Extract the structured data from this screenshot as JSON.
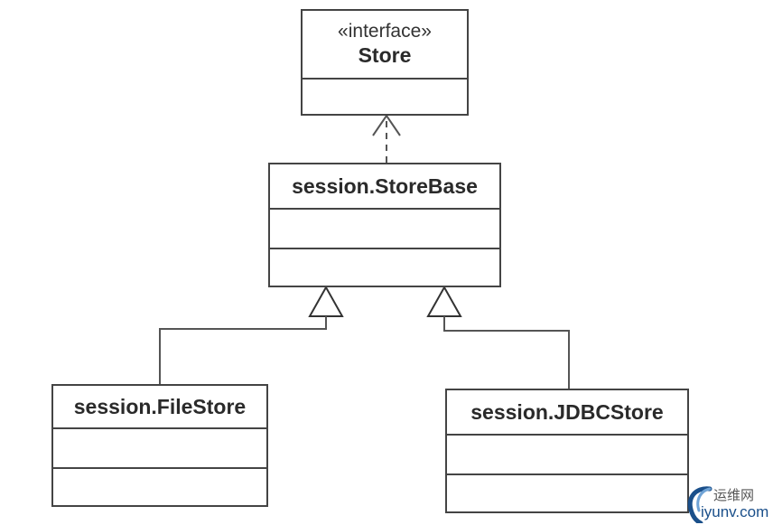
{
  "diagram": {
    "interface": {
      "stereotype": "«interface»",
      "name": "Store"
    },
    "base_class": {
      "name": "session.StoreBase"
    },
    "subclasses": [
      {
        "name": "session.FileStore"
      },
      {
        "name": "session.JDBCStore"
      }
    ],
    "relations": [
      {
        "from": "session.StoreBase",
        "to": "Store",
        "kind": "realization"
      },
      {
        "from": "session.FileStore",
        "to": "session.StoreBase",
        "kind": "generalization"
      },
      {
        "from": "session.JDBCStore",
        "to": "session.StoreBase",
        "kind": "generalization"
      }
    ]
  },
  "watermark": {
    "site_name": "运维网",
    "domain": "iyunv.com",
    "color": "#1a4f8a"
  }
}
